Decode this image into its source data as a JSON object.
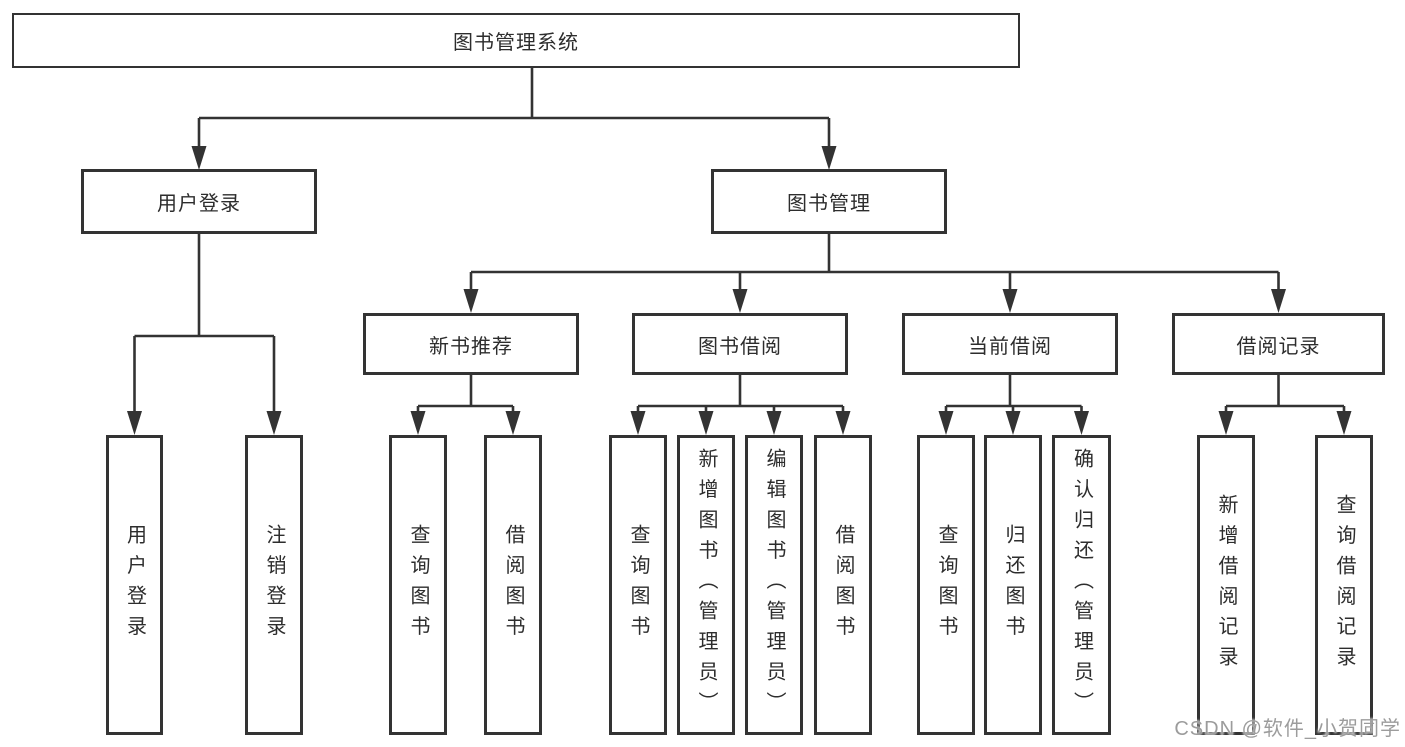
{
  "root": {
    "label": "图书管理系统"
  },
  "level2": {
    "user_login": {
      "label": "用户登录"
    },
    "book_management": {
      "label": "图书管理"
    }
  },
  "level3": {
    "new_books": {
      "label": "新书推荐"
    },
    "book_borrow": {
      "label": "图书借阅"
    },
    "current_borrow": {
      "label": "当前借阅"
    },
    "borrow_records": {
      "label": "借阅记录"
    }
  },
  "level4": {
    "login_group": [
      {
        "label": "用户登录"
      },
      {
        "label": "注销登录"
      }
    ],
    "new_books_group": [
      {
        "label": "查询图书"
      },
      {
        "label": "借阅图书"
      }
    ],
    "book_borrow_group": [
      {
        "label": "查询图书"
      },
      {
        "label": "新增图书（管理员）"
      },
      {
        "label": "编辑图书（管理员）"
      },
      {
        "label": "借阅图书"
      }
    ],
    "current_borrow_group": [
      {
        "label": "查询图书"
      },
      {
        "label": "归还图书"
      },
      {
        "label": "确认归还（管理员）"
      }
    ],
    "records_group": [
      {
        "label": "新增借阅记录"
      },
      {
        "label": "查询借阅记录"
      }
    ]
  },
  "watermark": {
    "text": "CSDN @软件_小贺同学"
  },
  "colors": {
    "line": "#333333",
    "text": "#2d2d2d",
    "watermark": "#9c9c9c",
    "background": "#ffffff"
  }
}
